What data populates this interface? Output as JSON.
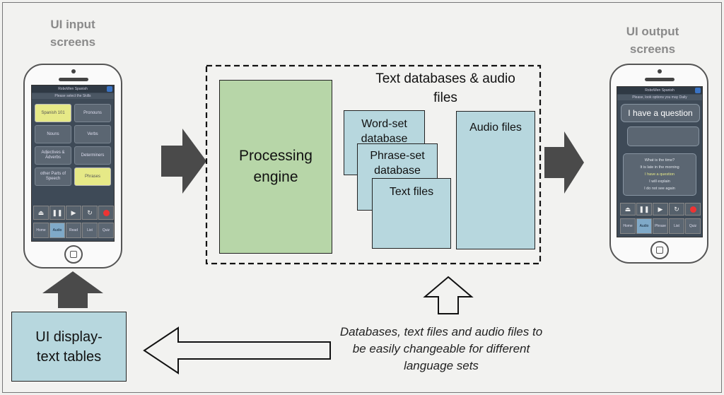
{
  "labels": {
    "input_screens": "UI input screens",
    "output_screens": "UI output screens",
    "processing_engine": "Processing engine",
    "databases_title": "Text databases & audio files",
    "word_set_db": "Word-set database",
    "phrase_set_db": "Phrase-set database",
    "text_files": "Text files",
    "audio_files": "Audio files",
    "ui_display_tables": "UI display-text tables",
    "note": "Databases, text files and audio files to be easily changeable for different language sets"
  },
  "input_phone": {
    "app_title": "RoboWen Spanish",
    "sub_title": "Please select the Skills",
    "tiles": [
      {
        "label": "Spanish 101",
        "style": "yellow"
      },
      {
        "label": "Pronouns",
        "style": "dark"
      },
      {
        "label": "Nouns",
        "style": "dark"
      },
      {
        "label": "Verbs",
        "style": "dark"
      },
      {
        "label": "Adjectives & Adverbs",
        "style": "dark"
      },
      {
        "label": "Determiners",
        "style": "dark"
      },
      {
        "label": "other Parts of Speech",
        "style": "dark"
      },
      {
        "label": "Phrases",
        "style": "yellow"
      }
    ],
    "nav": [
      "Home",
      "Audio",
      "Read",
      "List",
      "Quiz"
    ]
  },
  "output_phone": {
    "app_title": "RoboWen Spanish",
    "sub_title": "Please, look options you may Daily",
    "bubble": "I have a question",
    "answer_lines": [
      "What is the time?",
      "It is late in the morning",
      "I have a question",
      "I will explain",
      "I do not see again"
    ],
    "nav": [
      "Home",
      "Audio",
      "Phrase",
      "List",
      "Quiz"
    ]
  },
  "colors": {
    "box_blue": "#b7d7de",
    "box_green": "#b7d6a8",
    "arrow_dark": "#4a4a4a",
    "title_gray": "#8a8a8a"
  }
}
